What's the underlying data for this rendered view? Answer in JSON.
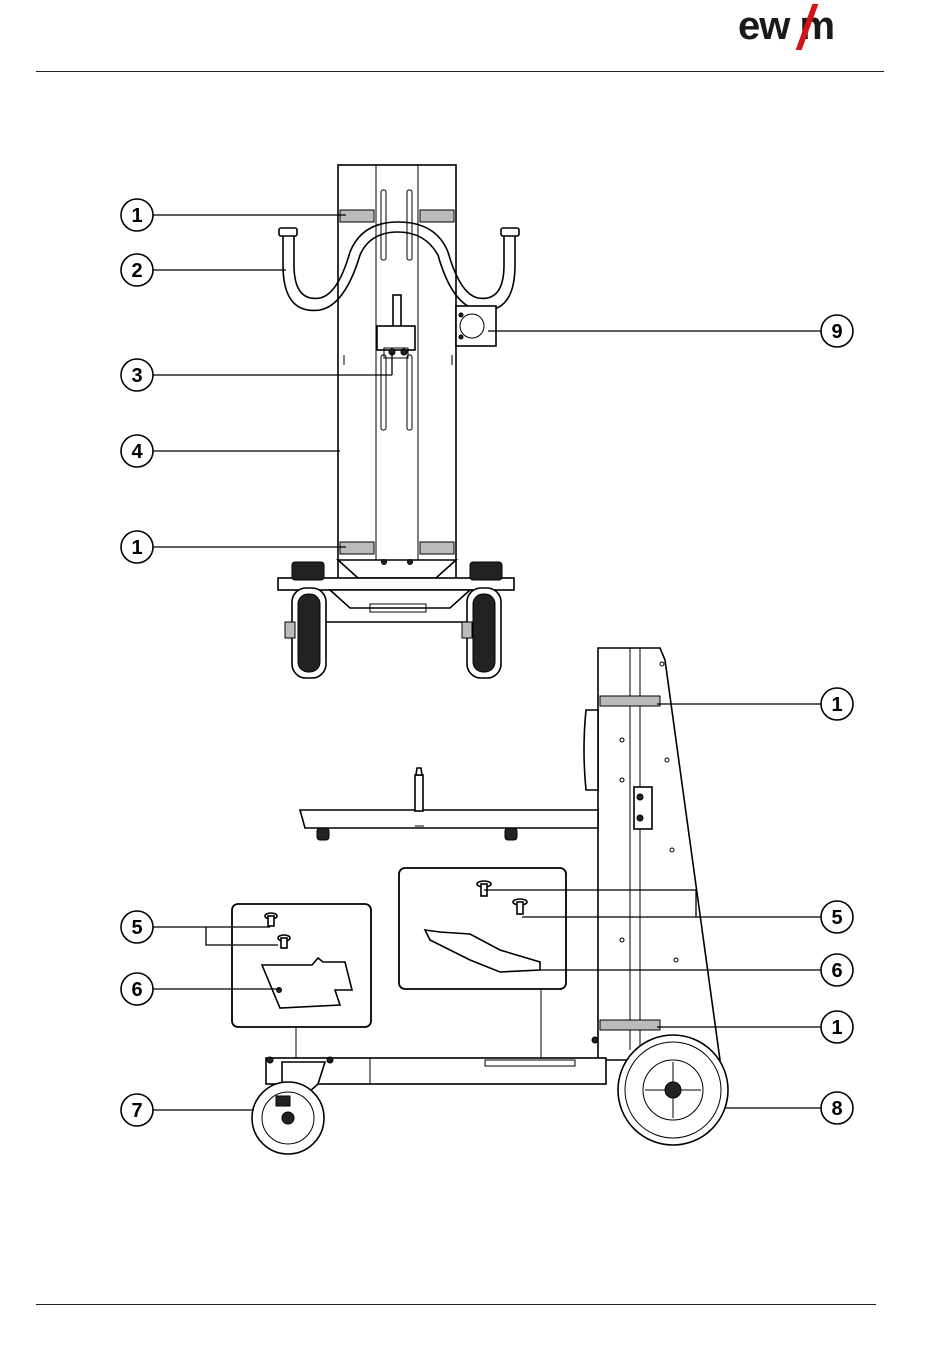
{
  "header": {
    "logo_text": "ew m",
    "logo_accent_color": "#d4141c"
  },
  "figure": {
    "callouts_top": [
      "1",
      "2",
      "3",
      "4",
      "1",
      "9"
    ],
    "callouts_bottom": [
      "1",
      "5",
      "6",
      "5",
      "6",
      "1",
      "7",
      "8"
    ]
  }
}
